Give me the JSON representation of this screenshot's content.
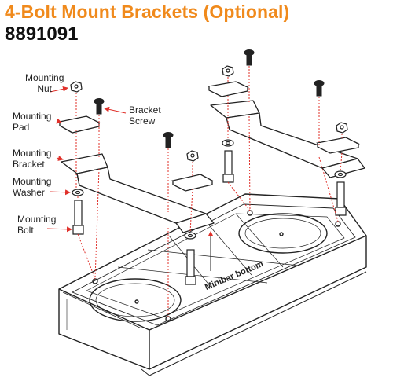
{
  "title": "4-Bolt Mount Brackets (Optional)",
  "part_number": "8891091",
  "labels": {
    "mounting_nut": [
      "Mounting",
      "Nut"
    ],
    "mounting_pad": [
      "Mounting",
      "Pad"
    ],
    "bracket_screw": [
      "Bracket",
      "Screw"
    ],
    "mounting_bracket": [
      "Mounting",
      "Bracket"
    ],
    "mounting_washer": [
      "Mounting",
      "Washer"
    ],
    "mounting_bolt": [
      "Mounting",
      "Bolt"
    ],
    "minibar_bottom": "Minibar bottom"
  },
  "colors": {
    "title": "#f08a1c",
    "leader": "#e0302a",
    "line": "#222222"
  },
  "icons": [
    "nut-icon",
    "pad-icon",
    "screw-icon",
    "bracket-icon",
    "washer-icon",
    "bolt-icon",
    "minibar-icon"
  ]
}
